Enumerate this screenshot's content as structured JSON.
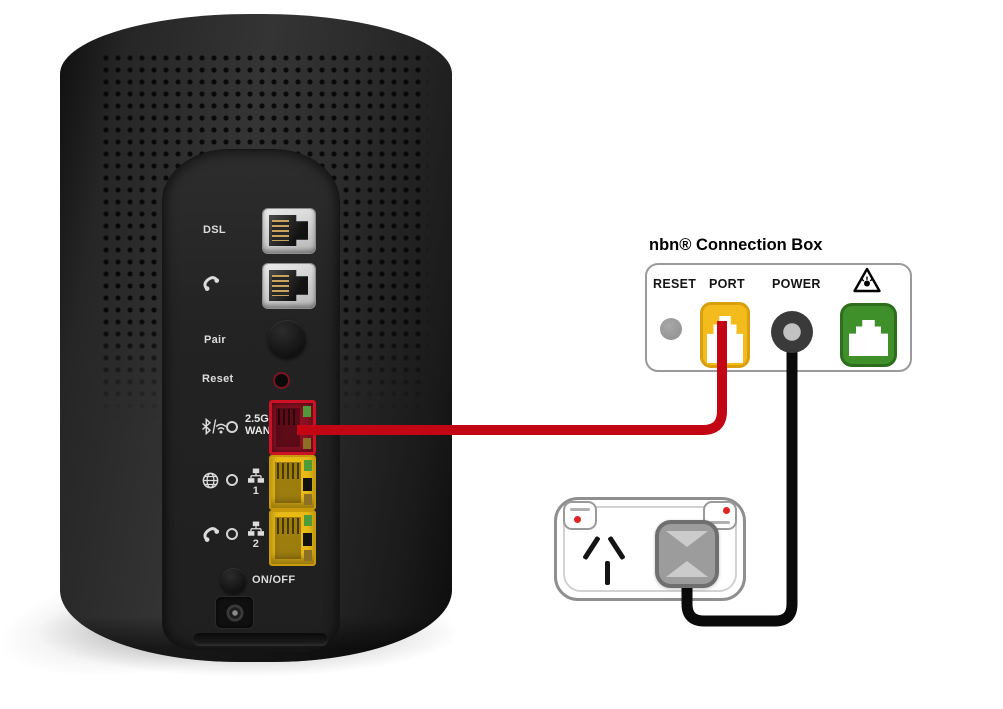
{
  "diagram": {
    "background": "#ffffff",
    "description": "Modem rear panel connected to nbn Connection Box and wall power outlet"
  },
  "modem": {
    "labels": {
      "dsl": "DSL",
      "pair": "Pair",
      "reset": "Reset",
      "wan_speed": "2.5G",
      "wan": "WAN",
      "lan1": "1",
      "lan2": "2",
      "power_switch": "ON/OFF"
    },
    "icons": [
      "phone-icon",
      "bluetooth-icon",
      "wifi-icon",
      "globe-icon",
      "lan-icon"
    ],
    "colors": {
      "body": "#222222",
      "wan_port_border": "#cf1125",
      "wan_port_fill": "#8c1124",
      "lan_port_fill": "#eabb16",
      "label_text": "#dcdcdc"
    }
  },
  "connection_box": {
    "title": "nbn® Connection Box",
    "labels": {
      "reset": "RESET",
      "port": "PORT",
      "power": "POWER"
    },
    "icons": [
      "laser-warning-icon",
      "ethernet-jack-icon"
    ],
    "colors": {
      "panel_border": "#9a9a9a",
      "port_yellow": "#f3bb1b",
      "uni_green": "#3f8f2a",
      "reset_button": "#999999",
      "power_ring": "#3d3d3d"
    }
  },
  "outlet": {
    "colors": {
      "faceplate_border": "#8f8f8f",
      "switch_dot": "#e02424",
      "plug_body": "#9c9c9c",
      "slot": "#141414"
    }
  },
  "cables": {
    "data_cable_color": "#c20613",
    "power_cable_color": "#0a0a0a"
  }
}
